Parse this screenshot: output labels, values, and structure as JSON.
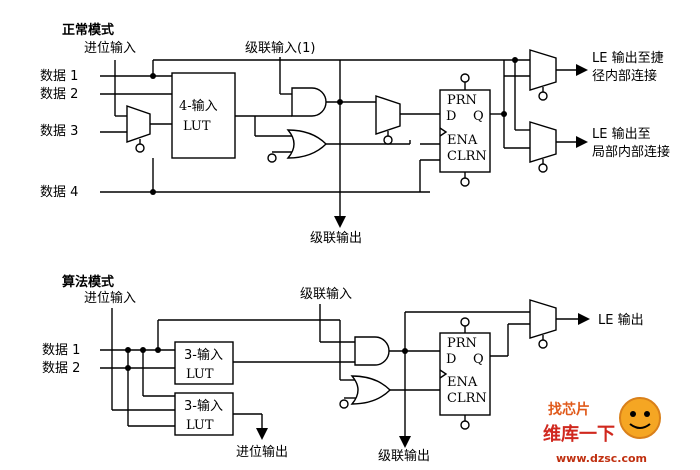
{
  "normal_mode": {
    "title": "正常模式",
    "carry_in": "进位输入",
    "data1": "数据 1",
    "data2": "数据 2",
    "data3": "数据 3",
    "data4": "数据 4",
    "lut": "4-输入",
    "lut_sub": "LUT",
    "cascade_in": "级联输入(1)",
    "cascade_out": "级联输出",
    "reg_prn": "PRN",
    "reg_d": "D",
    "reg_q": "Q",
    "reg_ena": "ENA",
    "reg_clrn": "CLRN",
    "out1_line1": "LE 输出至捷",
    "out1_line2": "径内部连接",
    "out2_line1": "LE 输出至",
    "out2_line2": "局部内部连接"
  },
  "arith_mode": {
    "title": "算法模式",
    "carry_in": "进位输入",
    "data1": "数据 1",
    "data2": "数据 2",
    "lut1": "3-输入",
    "lut1_sub": "LUT",
    "lut2": "3-输入",
    "lut2_sub": "LUT",
    "cascade_in": "级联输入",
    "carry_out": "进位输出",
    "cascade_out": "级联输出",
    "reg_prn": "PRN",
    "reg_d": "D",
    "reg_q": "Q",
    "reg_ena": "ENA",
    "reg_clrn": "CLRN",
    "le_out": "LE 输出"
  },
  "watermark": {
    "top": "找芯片",
    "main": "维库一下",
    "url": "www.dzsc.com"
  }
}
